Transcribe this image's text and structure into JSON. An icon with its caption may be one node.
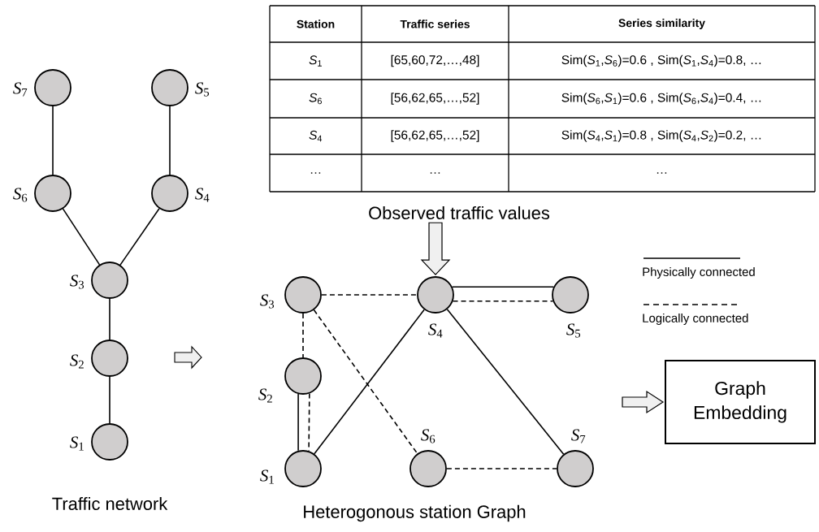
{
  "diagram": {
    "nodes": [
      {
        "text": [],
        "shape": "circle",
        "beside": [
          "*S*$_{7}$"
        ]
      },
      {
        "text": [],
        "shape": "circle",
        "beside": [
          "*S*$_{5}$"
        ]
      },
      {
        "text": [],
        "shape": "circle",
        "beside": [
          "*S*$_{6}$"
        ]
      },
      {
        "text": [],
        "shape": "circle",
        "beside": [
          "*S*$_{4}$"
        ]
      },
      {
        "text": [],
        "shape": "circle",
        "beside": [
          "*S*$_{3}$"
        ]
      },
      {
        "text": [],
        "shape": "circle",
        "beside": [
          "*S*$_{2}$"
        ]
      },
      {
        "text": [],
        "shape": "circle",
        "beside": [
          "*S*$_{1}$"
        ]
      },
      {
        "text": [
          "Observed traffic values"
        ]
      },
      {
        "text": [],
        "shape": "circle",
        "beside": [
          "*S*$_{3}$"
        ]
      },
      {
        "text": [],
        "shape": "circle",
        "beside": [
          "*S*$_{4}$"
        ]
      },
      {
        "text": [],
        "shape": "circle",
        "beside": [
          "*S*$_{5}$"
        ]
      },
      {
        "text": [],
        "shape": "circle",
        "beside": [
          "*S*$_{2}$"
        ]
      },
      {
        "text": [],
        "shape": "circle",
        "beside": [
          "*S*$_{1}$"
        ]
      },
      {
        "text": [],
        "shape": "circle",
        "beside": [
          "*S*$_{6}$"
        ]
      },
      {
        "text": [],
        "shape": "circle",
        "beside": [
          "*S*$_{7}$"
        ]
      },
      {
        "text": [
          "Graph Embedding"
        ]
      }
    ],
    "edges": [
      {
        "from": 0,
        "to": 2,
        "arrow": "none"
      },
      {
        "from": 1,
        "to": 3,
        "arrow": "none"
      },
      {
        "from": 2,
        "to": 4,
        "arrow": "none"
      },
      {
        "from": 3,
        "to": 4,
        "arrow": "none"
      },
      {
        "from": 4,
        "to": 5,
        "arrow": "none"
      },
      {
        "from": 5,
        "to": 6,
        "arrow": "none"
      },
      {
        "from": 7,
        "to": 9,
        "arrow": "to",
        "style": "thick"
      },
      {
        "from": 9,
        "to": 10,
        "arrow": "none"
      },
      {
        "from": 9,
        "to": 10,
        "arrow": "none",
        "style": "dashed"
      },
      {
        "from": 8,
        "to": 9,
        "arrow": "none",
        "style": "dashed"
      },
      {
        "from": 8,
        "to": 11,
        "arrow": "none",
        "style": "dashed"
      },
      {
        "from": 8,
        "to": 13,
        "arrow": "none",
        "style": "dashed"
      },
      {
        "from": 11,
        "to": 12,
        "arrow": "none"
      },
      {
        "from": 11,
        "to": 12,
        "arrow": "none",
        "style": "dashed"
      },
      {
        "from": 12,
        "to": 9,
        "arrow": "none"
      },
      {
        "from": 9,
        "to": 14,
        "arrow": "none"
      },
      {
        "from": 13,
        "to": 14,
        "arrow": "none",
        "style": "dashed"
      },
      {
        "from": null,
        "to": 15,
        "arrow": "to",
        "style": "thick"
      }
    ],
    "labels": [
      "Station",
      "Traffic series",
      "Series similarity",
      "*S*$_{1}$",
      "[65,60,72,…,48]",
      "Sim(*S*$_{1}$,*S*$_{6}$)=0.6 , Sim(*S*$_{1}$,*S*$_{4}$)=0.8, …",
      "*S*$_{6}$",
      "[56,62,65,…,52]",
      "Sim(*S*$_{6}$,*S*$_{1}$)=0.6 , Sim(*S*$_{6}$,*S*$_{4}$)=0.4, …",
      "*S*$_{4}$",
      "[56,62,65,…,52]",
      "Sim(*S*$_{4}$,*S*$_{1}$)=0.8 , Sim(*S*$_{4}$,*S*$_{2}$)=0.2, …",
      "…",
      "…",
      "…",
      "Traffic network",
      "Heterogonous station Graph"
    ],
    "legend": [
      {
        "text": "Physically connected"
      },
      {
        "text": "Logically connected"
      }
    ]
  }
}
